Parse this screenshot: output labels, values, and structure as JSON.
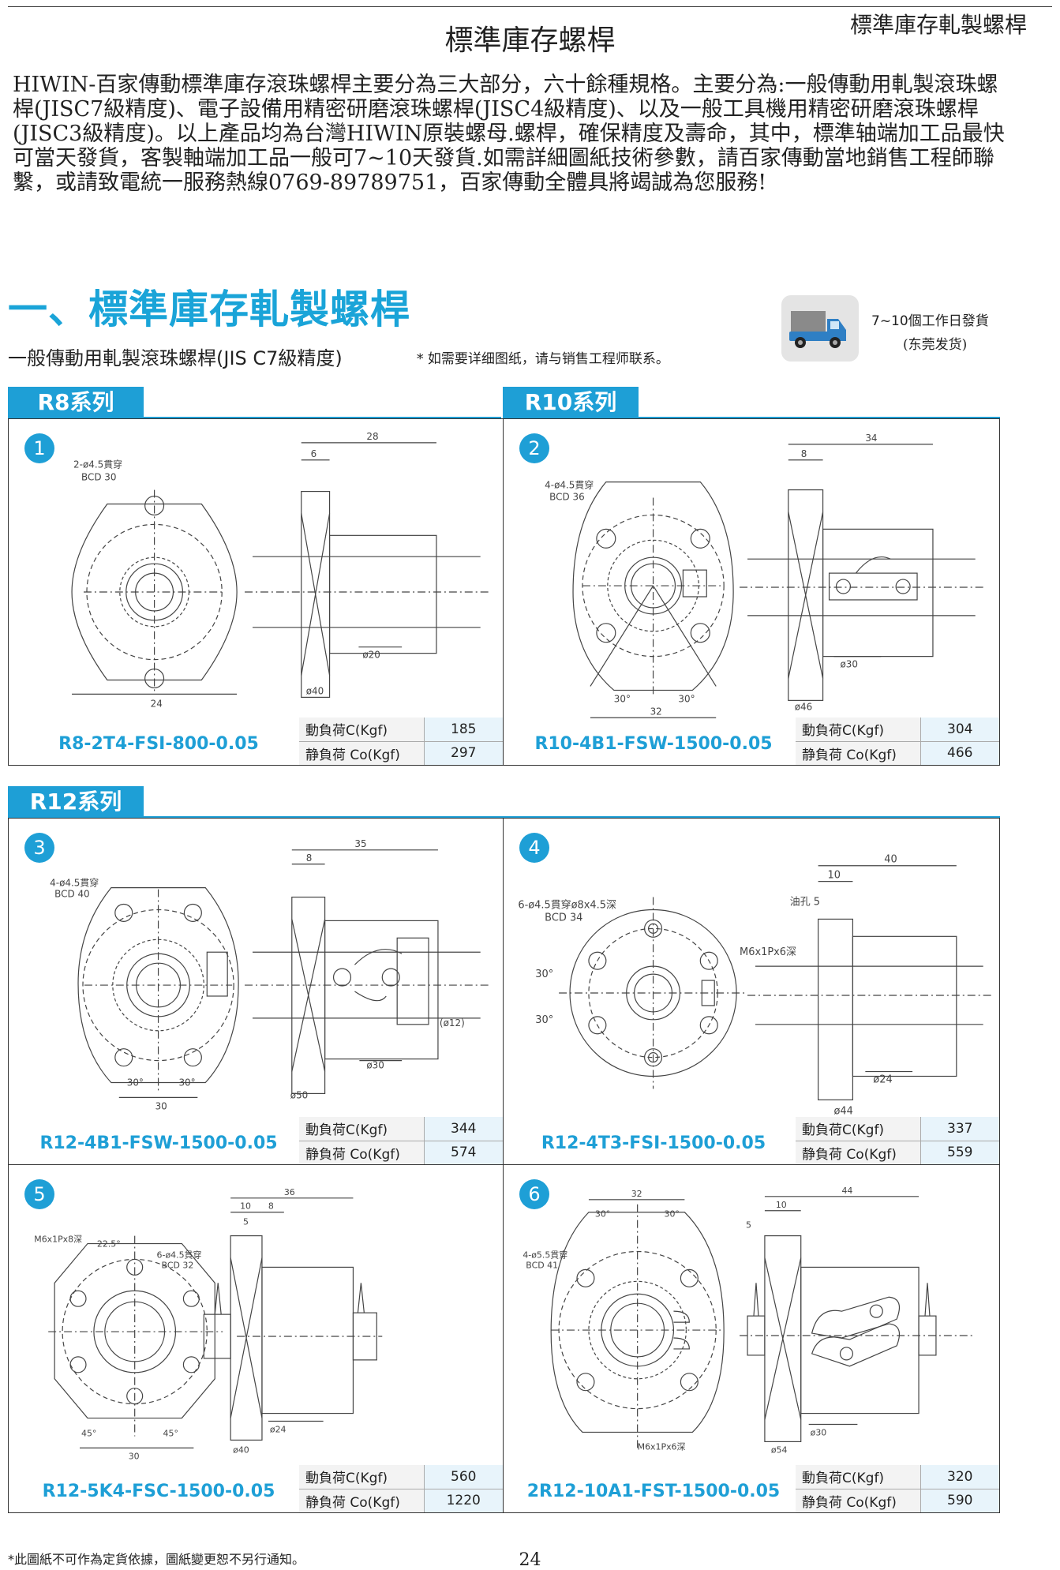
{
  "header": {
    "title": "標準庫存螺桿",
    "right_label": "標準庫存軋製螺桿"
  },
  "intro_text": "HIWIN-百家傳動標準庫存滾珠螺桿主要分為三大部分，六十餘種規格。主要分為:一般傳動用軋製滾珠螺桿(JISC7級精度)、電子設備用精密研磨滾珠螺桿(JISC4級精度)、以及一般工具機用精密研磨滾珠螺桿(JISC3級精度)。以上產品均為台灣HIWIN原裝螺母.螺桿，確保精度及壽命，其中，標準轴端加工品最快可當天發貨，客製軸端加工品一般可7~10天發貨.如需詳細圖紙技術參數，請百家傳動當地銷售工程師聯繫，或請致電統一服務熱線0769-89789751，百家傳動全體具將竭誠為您服務!",
  "section": {
    "title": "一、標準庫存軋製螺桿",
    "subtitle": "一般傳動用軋製滾珠螺桿(JIS C7級精度)",
    "note": "* 如需要详细图纸，请与销售工程师联系。",
    "shipping_line1": "7~10個工作日發貨",
    "shipping_line2": "(东莞发货)"
  },
  "series": [
    {
      "label": "R8系列"
    },
    {
      "label": "R10系列"
    },
    {
      "label": "R12系列"
    }
  ],
  "spec_labels": {
    "dynamic": "動負荷C(Kgf)",
    "static": "静負荷 Co(Kgf)"
  },
  "products": [
    {
      "num": "1",
      "model": "R8-2T4-FSI-800-0.05",
      "dynamic": "185",
      "static": "297",
      "dims": {
        "d1": "2-ø4.5貫穿",
        "d2": "BCD 30",
        "d3": "28",
        "d4": "6",
        "d5": "24",
        "d6": "ø20",
        "d7": "ø40"
      }
    },
    {
      "num": "2",
      "model": "R10-4B1-FSW-1500-0.05",
      "dynamic": "304",
      "static": "466",
      "dims": {
        "d1": "4-ø4.5貫穿",
        "d2": "BCD 36",
        "d3": "34",
        "d4": "8",
        "d5": "32",
        "d6": "ø30",
        "d7": "ø46",
        "a1": "30°",
        "a2": "30°"
      }
    },
    {
      "num": "3",
      "model": "R12-4B1-FSW-1500-0.05",
      "dynamic": "344",
      "static": "574",
      "dims": {
        "d1": "4-ø4.5貫穿",
        "d2": "BCD 40",
        "d3": "35",
        "d4": "8",
        "d5": "30",
        "d6": "ø30",
        "d7": "ø50",
        "d8": "(ø12)",
        "a1": "30°",
        "a2": "30°"
      }
    },
    {
      "num": "4",
      "model": "R12-4T3-FSI-1500-0.05",
      "dynamic": "337",
      "static": "559",
      "dims": {
        "d1": "6-ø4.5貫穿ø8x4.5深",
        "d2": "BCD 34",
        "d3": "40",
        "d4": "10",
        "d5": "M6x1Px6深",
        "d6": "ø24",
        "d7": "ø44",
        "a1": "30°",
        "a2": "30°",
        "d8": "油孔 5"
      }
    },
    {
      "num": "5",
      "model": "R12-5K4-FSC-1500-0.05",
      "dynamic": "560",
      "static": "1220",
      "dims": {
        "d1": "6-ø4.5貫穿",
        "d2": "BCD 32",
        "d3": "36",
        "d4": "10",
        "d5": "8",
        "d6": "ø24",
        "d7": "ø40",
        "d8": "M6x1Px8深",
        "a1": "22.5°",
        "a2": "45°",
        "a3": "45°",
        "d9": "30",
        "d10": "5"
      }
    },
    {
      "num": "6",
      "model": "2R12-10A1-FST-1500-0.05",
      "dynamic": "320",
      "static": "590",
      "dims": {
        "d1": "4-ø5.5貫穿",
        "d2": "BCD 41",
        "d3": "44",
        "d4": "10",
        "d5": "32",
        "d6": "ø30",
        "d7": "ø54",
        "d8": "M6x1Px6深",
        "a1": "30°",
        "a2": "30°",
        "d10": "5"
      }
    }
  ],
  "footer_note": "*此圖紙不可作為定貨依據，圖紙變更恕不另行通知。",
  "page_number": "24",
  "colors": {
    "accent": "#1e9fd6",
    "title_blue": "#1aa4d8",
    "spec_value_bg": "#e8f4fb"
  },
  "icons": {
    "truck": "delivery-truck-icon"
  }
}
